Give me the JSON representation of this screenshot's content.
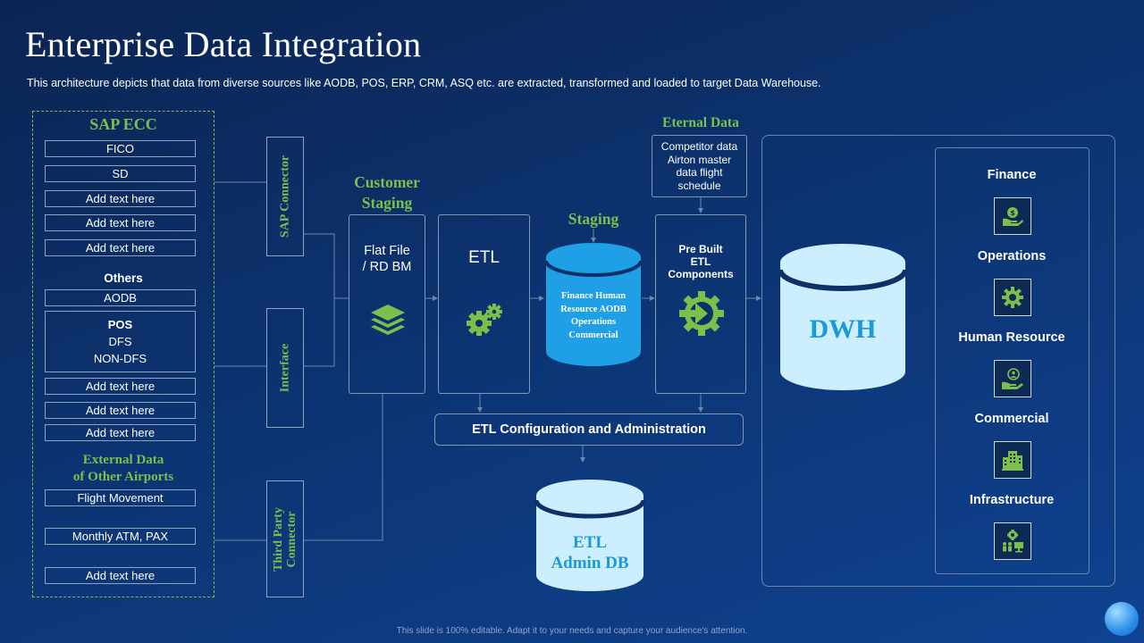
{
  "title": "Enterprise Data Integration",
  "subtitle": "This architecture depicts that data from diverse sources like AODB, POS, ERP, CRM, ASQ etc. are extracted, transformed  and loaded to target Data Warehouse.",
  "footer": "This slide is 100% editable. Adapt it to your needs and capture your audience's attention.",
  "sources": {
    "sap_heading": "SAP ECC",
    "sap_items": [
      "FICO",
      "SD",
      "Add text here",
      "Add text here",
      "Add text here"
    ],
    "others_heading": "Others",
    "aodb": "AODB",
    "pos": {
      "heading": "POS",
      "line1": "DFS",
      "line2": "NON-DFS"
    },
    "others_items": [
      "Add text here",
      "Add text here",
      "Add text here"
    ],
    "external_heading_line1": "External Data",
    "external_heading_line2": "of Other Airports",
    "external_items": [
      "Flight Movement",
      "Monthly ATM, PAX",
      "Add text here"
    ]
  },
  "connectors": {
    "sap": "SAP Connector",
    "interface": "Interface",
    "third_party_line1": "Third Party",
    "third_party_line2": "Connector"
  },
  "customer_staging": {
    "heading_line1": "Customer",
    "heading_line2": "Staging",
    "text_line1": "Flat File",
    "text_line2": "/ RD BM"
  },
  "etl": {
    "label": "ETL"
  },
  "staging": {
    "heading": "Staging",
    "lines": [
      "Finance Human",
      "Resource AODB",
      "Operations",
      "Commercial"
    ]
  },
  "eternal_data": {
    "heading": "Eternal Data",
    "lines": [
      "Competitor data",
      "Airton master",
      "data flight",
      "schedule"
    ]
  },
  "prebuilt": {
    "lines": [
      "Pre Built",
      "ETL",
      "Components"
    ]
  },
  "etl_config": "ETL Configuration and Administration",
  "etl_admin_db": {
    "line1": "ETL",
    "line2": "Admin DB"
  },
  "dwh": "DWH",
  "categories": [
    {
      "label": "Finance",
      "icon": "money-hand-icon"
    },
    {
      "label": "Operations",
      "icon": "gear-icon"
    },
    {
      "label": "Human Resource",
      "icon": "people-hand-icon"
    },
    {
      "label": "Commercial",
      "icon": "buildings-icon"
    },
    {
      "label": "Infrastructure",
      "icon": "infrastructure-icon"
    }
  ],
  "colors": {
    "green": "#7cc04b",
    "cyan_db": "#1e9fe6",
    "pale_db": "#cdeefe",
    "dwh_text": "#1a9ad6"
  }
}
